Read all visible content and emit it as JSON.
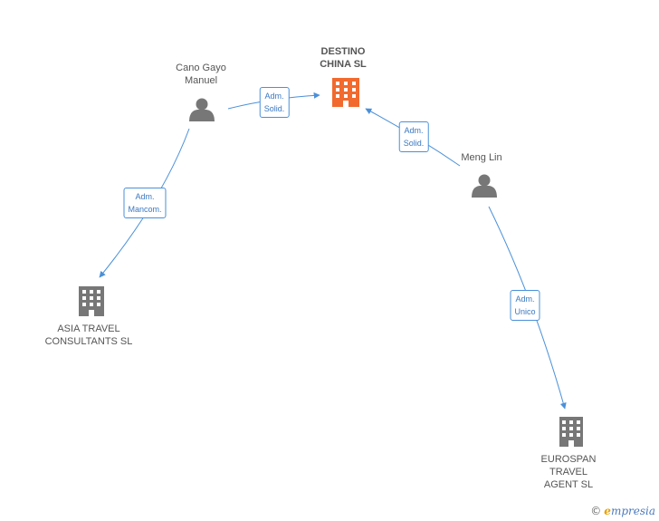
{
  "nodes": {
    "cano_gayo": {
      "label_lines": [
        "Cano Gayo",
        "Manuel"
      ],
      "type": "person"
    },
    "destino_china": {
      "label_lines": [
        "DESTINO",
        "CHINA SL"
      ],
      "type": "company-main"
    },
    "meng_lin": {
      "label_lines": [
        "Meng Lin"
      ],
      "type": "person"
    },
    "asia_travel": {
      "label_lines": [
        "ASIA TRAVEL",
        "CONSULTANTS SL"
      ],
      "type": "company"
    },
    "eurospan": {
      "label_lines": [
        "EUROSPAN",
        "TRAVEL",
        "AGENT SL"
      ],
      "type": "company"
    }
  },
  "edges": {
    "cano_to_destino": {
      "label_lines": [
        "Adm.",
        "Solid."
      ]
    },
    "meng_to_destino": {
      "label_lines": [
        "Adm.",
        "Solid."
      ]
    },
    "cano_to_asia": {
      "label_lines": [
        "Adm.",
        "Mancom."
      ]
    },
    "meng_to_eurospan": {
      "label_lines": [
        "Adm.",
        "Unico"
      ]
    }
  },
  "colors": {
    "edge": "#4a90d9",
    "person_icon": "#777777",
    "company_icon": "#777777",
    "main_company_icon": "#f26a2e"
  },
  "brand": {
    "copyright": "©",
    "initial": "e",
    "rest": "mpresia"
  }
}
